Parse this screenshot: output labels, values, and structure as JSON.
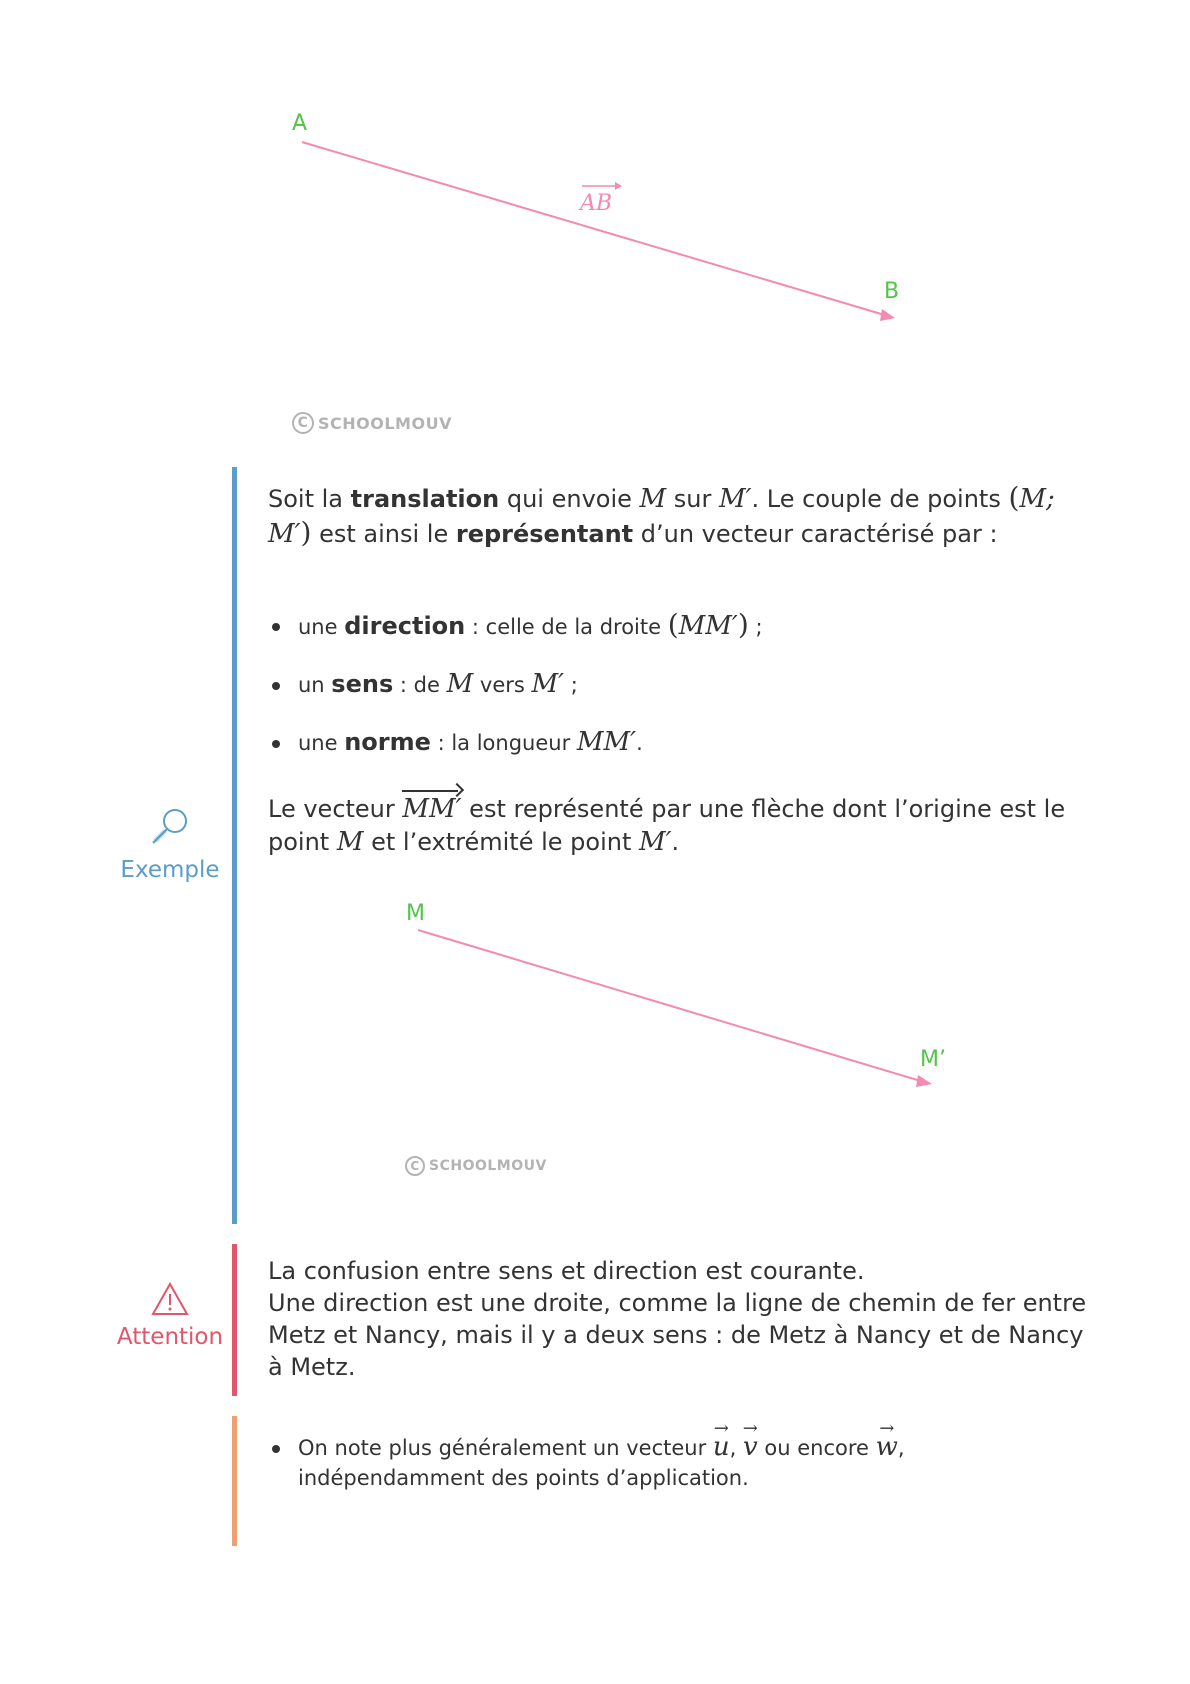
{
  "figure1": {
    "point_a": "A",
    "point_b": "B",
    "vector_label": "AB",
    "watermark": "SCHOOLMOUV",
    "line_color": "#f28ab2",
    "point_color": "#56c24c"
  },
  "example": {
    "label": "Exemple",
    "accent": "#5b9cc8",
    "para1": {
      "t1": "Soit la ",
      "b1": "translation",
      "t2": " qui envoie ",
      "m1": "M",
      "t3": " sur ",
      "m2": "M′",
      "t4": ". Le couple de points ",
      "m3": "M; M′",
      "t5": " est ainsi le ",
      "b2": "représentant",
      "t6": " d’un vecteur caractérisé par :"
    },
    "bullets": [
      {
        "pre": "une ",
        "bold": "direction",
        "post": " : celle de la droite ",
        "math": "MM′",
        "end": " ;"
      },
      {
        "pre": "un ",
        "bold": "sens",
        "post": " : de ",
        "math": "M",
        "mid": " vers ",
        "math2": "M′",
        "end": " ;"
      },
      {
        "pre": "une ",
        "bold": "norme",
        "post": " : la longueur ",
        "math": "MM′",
        "end": "."
      }
    ],
    "para2": {
      "t1": "Le vecteur ",
      "m1": "MM′",
      "t2": " est représenté par une flèche dont l’origine est le point ",
      "m2": "M",
      "t3": " et l’extrémité le point ",
      "m3": "M′",
      "t4": "."
    },
    "figure2": {
      "point_m": "M",
      "point_mp": "M’",
      "watermark": "SCHOOLMOUV"
    }
  },
  "attention": {
    "label": "Attention",
    "accent": "#e0566a",
    "line1": "La confusion entre sens et direction est courante.",
    "line2": "Une direction est une droite, comme la ligne de chemin de fer entre Metz et Nancy, mais il y a deux sens : de Metz à Nancy et de Nancy à Metz."
  },
  "note": {
    "accent": "#f0a070",
    "t1": "On note plus généralement un vecteur ",
    "u": "u",
    "sep1": ", ",
    "v": "v",
    "t2": " ou encore ",
    "w": "w",
    "t3": ", indépendamment des points d’application."
  }
}
